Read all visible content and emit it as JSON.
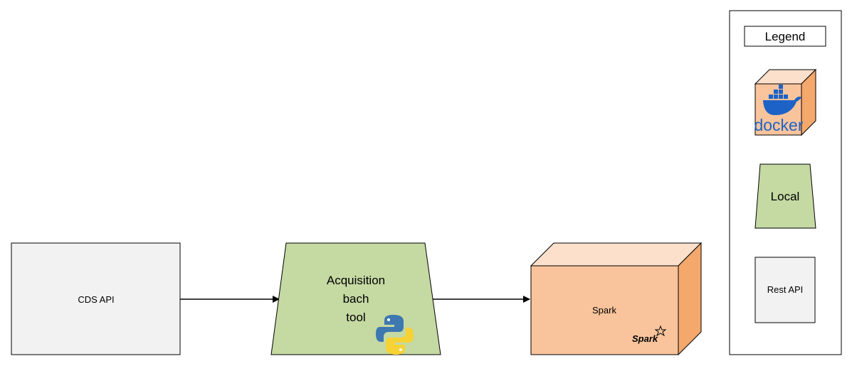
{
  "nodes": {
    "cds_api": {
      "label": "CDS API"
    },
    "acquisition": {
      "lines": [
        "Acquisition",
        "bach",
        "tool"
      ]
    },
    "spark": {
      "label": "Spark",
      "logo_text": "Spark"
    }
  },
  "legend": {
    "title": "Legend",
    "docker_text": "docker",
    "local_label": "Local",
    "rest_label": "Rest API"
  },
  "colors": {
    "rest_fill": "#f2f2f2",
    "local_fill": "#c5d9a3",
    "container_front": "#f9c49c",
    "container_top": "#fce0cb",
    "container_side": "#f5a86c",
    "docker_blue": "#1d63c7",
    "python_blue": "#3d78b0",
    "python_yellow": "#f6d235"
  },
  "icons": {
    "docker": "docker-whale-icon",
    "python": "python-logo-icon",
    "spark": "spark-star-icon"
  }
}
